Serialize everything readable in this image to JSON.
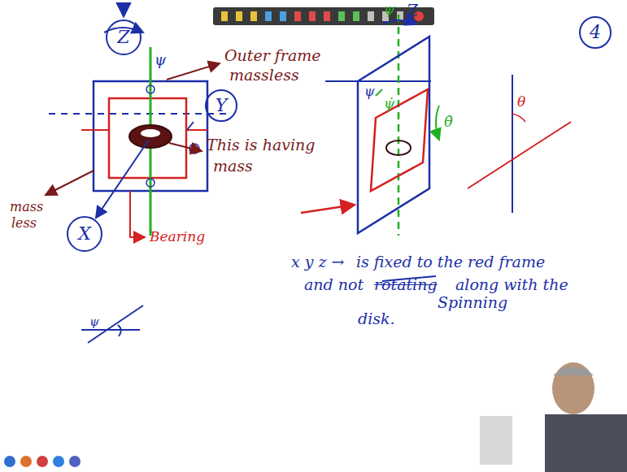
{
  "diagram": {
    "nodes": [
      {
        "text": [
          "Z"
        ]
      },
      {
        "text": [
          "Y"
        ]
      },
      {
        "text": [
          "X"
        ]
      },
      {
        "text": [
          "4"
        ]
      }
    ],
    "labels": [
      "ψ",
      "Outer frame",
      "massless",
      "This is having",
      "mass",
      "mass",
      "less",
      "Bearing",
      "ψ",
      "Z",
      "ψ",
      "ψ̇",
      "θ̇",
      "θ",
      "ψ",
      "x y z →",
      "is fixed to the red frame",
      "and not",
      "rotating",
      "along with the",
      "Spinning",
      "disk."
    ]
  }
}
